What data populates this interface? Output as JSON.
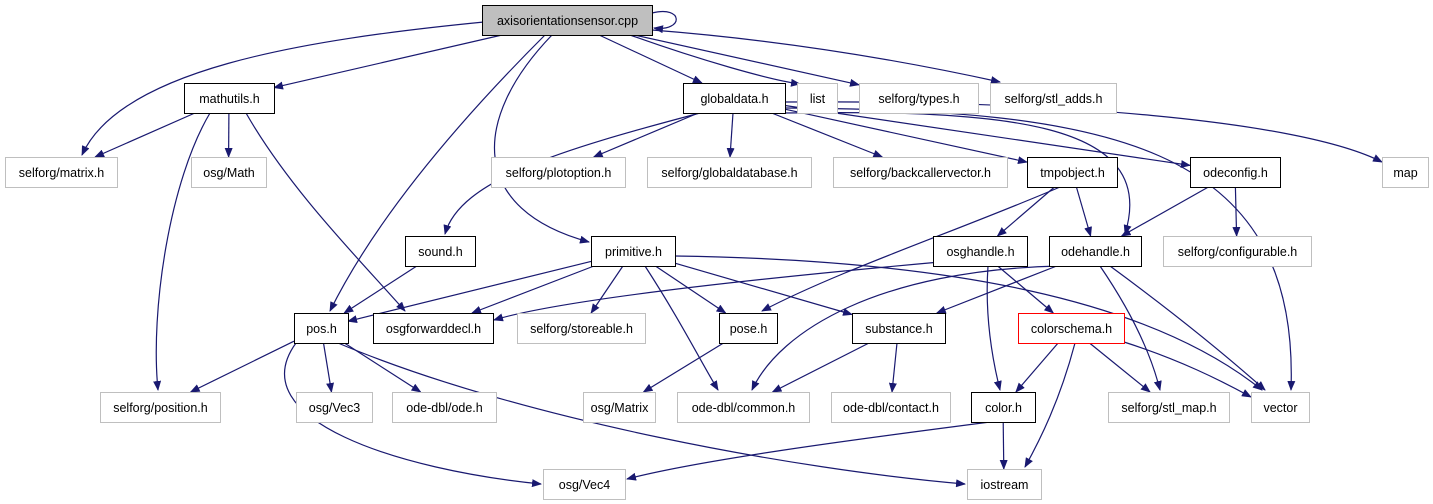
{
  "colors": {
    "edge": "#191970",
    "root_fill": "#bfbfbf",
    "documented_border": "#000000",
    "external_border": "#bfbfbf",
    "truncated_border": "#ff0000",
    "text": "#000000"
  },
  "nodes": [
    {
      "id": "axisorientationsensor_cpp",
      "label": "axisorientationsensor.cpp",
      "kind": "root"
    },
    {
      "id": "mathutils_h",
      "label": "mathutils.h",
      "kind": "documented"
    },
    {
      "id": "globaldata_h",
      "label": "globaldata.h",
      "kind": "documented"
    },
    {
      "id": "list",
      "label": "list",
      "kind": "external"
    },
    {
      "id": "selforg_types_h",
      "label": "selforg/types.h",
      "kind": "external"
    },
    {
      "id": "selforg_stl_adds_h",
      "label": "selforg/stl_adds.h",
      "kind": "external"
    },
    {
      "id": "selforg_matrix_h",
      "label": "selforg/matrix.h",
      "kind": "external"
    },
    {
      "id": "osg_Math",
      "label": "osg/Math",
      "kind": "external"
    },
    {
      "id": "selforg_plotoption_h",
      "label": "selforg/plotoption.h",
      "kind": "external"
    },
    {
      "id": "selforg_globaldatabase_h",
      "label": "selforg/globaldatabase.h",
      "kind": "external"
    },
    {
      "id": "selforg_backcallervector_h",
      "label": "selforg/backcallervector.h",
      "kind": "external"
    },
    {
      "id": "tmpobject_h",
      "label": "tmpobject.h",
      "kind": "documented"
    },
    {
      "id": "odeconfig_h",
      "label": "odeconfig.h",
      "kind": "documented"
    },
    {
      "id": "map",
      "label": "map",
      "kind": "external"
    },
    {
      "id": "sound_h",
      "label": "sound.h",
      "kind": "documented"
    },
    {
      "id": "primitive_h",
      "label": "primitive.h",
      "kind": "documented"
    },
    {
      "id": "osghandle_h",
      "label": "osghandle.h",
      "kind": "documented"
    },
    {
      "id": "odehandle_h",
      "label": "odehandle.h",
      "kind": "documented"
    },
    {
      "id": "selforg_configurable_h",
      "label": "selforg/configurable.h",
      "kind": "external"
    },
    {
      "id": "pos_h",
      "label": "pos.h",
      "kind": "documented"
    },
    {
      "id": "osgforwarddecl_h",
      "label": "osgforwarddecl.h",
      "kind": "documented"
    },
    {
      "id": "selforg_storeable_h",
      "label": "selforg/storeable.h",
      "kind": "external"
    },
    {
      "id": "pose_h",
      "label": "pose.h",
      "kind": "documented"
    },
    {
      "id": "substance_h",
      "label": "substance.h",
      "kind": "documented"
    },
    {
      "id": "colorschema_h",
      "label": "colorschema.h",
      "kind": "truncated"
    },
    {
      "id": "selforg_position_h",
      "label": "selforg/position.h",
      "kind": "external"
    },
    {
      "id": "osg_Vec3",
      "label": "osg/Vec3",
      "kind": "external"
    },
    {
      "id": "ode_dbl_ode_h",
      "label": "ode-dbl/ode.h",
      "kind": "external"
    },
    {
      "id": "osg_Matrix",
      "label": "osg/Matrix",
      "kind": "external"
    },
    {
      "id": "ode_dbl_common_h",
      "label": "ode-dbl/common.h",
      "kind": "external"
    },
    {
      "id": "ode_dbl_contact_h",
      "label": "ode-dbl/contact.h",
      "kind": "external"
    },
    {
      "id": "color_h",
      "label": "color.h",
      "kind": "documented"
    },
    {
      "id": "selforg_stl_map_h",
      "label": "selforg/stl_map.h",
      "kind": "external"
    },
    {
      "id": "vector",
      "label": "vector",
      "kind": "external"
    },
    {
      "id": "osg_Vec4",
      "label": "osg/Vec4",
      "kind": "external"
    },
    {
      "id": "iostream",
      "label": "iostream",
      "kind": "external"
    }
  ],
  "edges": [
    {
      "from": "axisorientationsensor_cpp",
      "to": "axisorientationsensor_cpp"
    },
    {
      "from": "axisorientationsensor_cpp",
      "to": "mathutils_h"
    },
    {
      "from": "axisorientationsensor_cpp",
      "to": "selforg_matrix_h"
    },
    {
      "from": "axisorientationsensor_cpp",
      "to": "globaldata_h"
    },
    {
      "from": "axisorientationsensor_cpp",
      "to": "list"
    },
    {
      "from": "axisorientationsensor_cpp",
      "to": "selforg_types_h"
    },
    {
      "from": "axisorientationsensor_cpp",
      "to": "selforg_stl_adds_h"
    },
    {
      "from": "axisorientationsensor_cpp",
      "to": "pos_h"
    },
    {
      "from": "axisorientationsensor_cpp",
      "to": "primitive_h"
    },
    {
      "from": "mathutils_h",
      "to": "selforg_matrix_h"
    },
    {
      "from": "mathutils_h",
      "to": "osg_Math"
    },
    {
      "from": "mathutils_h",
      "to": "selforg_position_h"
    },
    {
      "from": "mathutils_h",
      "to": "osgforwarddecl_h"
    },
    {
      "from": "globaldata_h",
      "to": "selforg_plotoption_h"
    },
    {
      "from": "globaldata_h",
      "to": "selforg_globaldatabase_h"
    },
    {
      "from": "globaldata_h",
      "to": "selforg_backcallervector_h"
    },
    {
      "from": "globaldata_h",
      "to": "tmpobject_h"
    },
    {
      "from": "globaldata_h",
      "to": "odeconfig_h"
    },
    {
      "from": "globaldata_h",
      "to": "map"
    },
    {
      "from": "globaldata_h",
      "to": "sound_h"
    },
    {
      "from": "globaldata_h",
      "to": "odehandle_h"
    },
    {
      "from": "globaldata_h",
      "to": "vector"
    },
    {
      "from": "tmpobject_h",
      "to": "osghandle_h"
    },
    {
      "from": "tmpobject_h",
      "to": "odehandle_h"
    },
    {
      "from": "tmpobject_h",
      "to": "pose_h"
    },
    {
      "from": "odeconfig_h",
      "to": "selforg_configurable_h"
    },
    {
      "from": "odeconfig_h",
      "to": "odehandle_h"
    },
    {
      "from": "sound_h",
      "to": "pos_h"
    },
    {
      "from": "primitive_h",
      "to": "pos_h"
    },
    {
      "from": "primitive_h",
      "to": "osgforwarddecl_h"
    },
    {
      "from": "primitive_h",
      "to": "selforg_storeable_h"
    },
    {
      "from": "primitive_h",
      "to": "pose_h"
    },
    {
      "from": "primitive_h",
      "to": "substance_h"
    },
    {
      "from": "primitive_h",
      "to": "ode_dbl_common_h"
    },
    {
      "from": "primitive_h",
      "to": "vector"
    },
    {
      "from": "osghandle_h",
      "to": "osgforwarddecl_h"
    },
    {
      "from": "osghandle_h",
      "to": "colorschema_h"
    },
    {
      "from": "osghandle_h",
      "to": "color_h"
    },
    {
      "from": "odehandle_h",
      "to": "substance_h"
    },
    {
      "from": "odehandle_h",
      "to": "ode_dbl_common_h"
    },
    {
      "from": "odehandle_h",
      "to": "selforg_stl_map_h"
    },
    {
      "from": "odehandle_h",
      "to": "vector"
    },
    {
      "from": "pos_h",
      "to": "selforg_position_h"
    },
    {
      "from": "pos_h",
      "to": "osg_Vec3"
    },
    {
      "from": "pos_h",
      "to": "ode_dbl_ode_h"
    },
    {
      "from": "pos_h",
      "to": "osg_Vec4"
    },
    {
      "from": "pos_h",
      "to": "iostream"
    },
    {
      "from": "pose_h",
      "to": "osg_Matrix"
    },
    {
      "from": "substance_h",
      "to": "ode_dbl_common_h"
    },
    {
      "from": "substance_h",
      "to": "ode_dbl_contact_h"
    },
    {
      "from": "colorschema_h",
      "to": "color_h"
    },
    {
      "from": "colorschema_h",
      "to": "selforg_stl_map_h"
    },
    {
      "from": "colorschema_h",
      "to": "vector"
    },
    {
      "from": "colorschema_h",
      "to": "iostream"
    },
    {
      "from": "color_h",
      "to": "osg_Vec4"
    },
    {
      "from": "color_h",
      "to": "iostream"
    }
  ]
}
